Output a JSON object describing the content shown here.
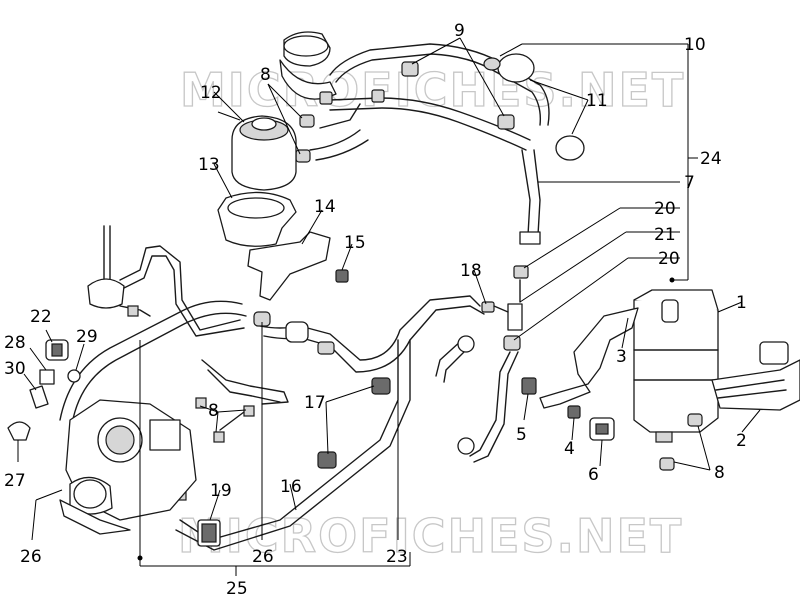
{
  "watermark": {
    "text_top": "MICROFICHES.NET",
    "text_bottom": "MICROFICHES.NET"
  },
  "callouts": [
    {
      "id": "c1",
      "text": "1"
    },
    {
      "id": "c2",
      "text": "2"
    },
    {
      "id": "c3",
      "text": "3"
    },
    {
      "id": "c4",
      "text": "4"
    },
    {
      "id": "c5",
      "text": "5"
    },
    {
      "id": "c6",
      "text": "6"
    },
    {
      "id": "c7",
      "text": "7"
    },
    {
      "id": "c8a",
      "text": "8"
    },
    {
      "id": "c8b",
      "text": "8"
    },
    {
      "id": "c8c",
      "text": "8"
    },
    {
      "id": "c9",
      "text": "9"
    },
    {
      "id": "c10",
      "text": "10"
    },
    {
      "id": "c11",
      "text": "11"
    },
    {
      "id": "c12",
      "text": "12"
    },
    {
      "id": "c13",
      "text": "13"
    },
    {
      "id": "c14",
      "text": "14"
    },
    {
      "id": "c15",
      "text": "15"
    },
    {
      "id": "c16",
      "text": "16"
    },
    {
      "id": "c17",
      "text": "17"
    },
    {
      "id": "c18",
      "text": "18"
    },
    {
      "id": "c19",
      "text": "19"
    },
    {
      "id": "c20a",
      "text": "20"
    },
    {
      "id": "c20b",
      "text": "20"
    },
    {
      "id": "c21",
      "text": "21"
    },
    {
      "id": "c22",
      "text": "22"
    },
    {
      "id": "c23",
      "text": "23"
    },
    {
      "id": "c24",
      "text": "24"
    },
    {
      "id": "c25",
      "text": "25"
    },
    {
      "id": "c26a",
      "text": "26"
    },
    {
      "id": "c26b",
      "text": "26"
    },
    {
      "id": "c27",
      "text": "27"
    },
    {
      "id": "c28",
      "text": "28"
    },
    {
      "id": "c29",
      "text": "29"
    },
    {
      "id": "c30",
      "text": "30"
    }
  ],
  "colors": {
    "line": "#1a1a1a",
    "watermark": "#c7c7c7",
    "shade": "#d6d6d6"
  }
}
